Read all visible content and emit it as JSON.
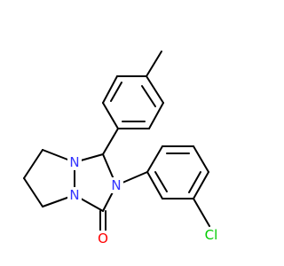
{
  "molecule": {
    "atoms": {
      "n1": {
        "symbol": "N",
        "color": "#3333ff"
      },
      "n2": {
        "symbol": "N",
        "color": "#3333ff"
      },
      "n3": {
        "symbol": "N",
        "color": "#3333ff"
      },
      "o1": {
        "symbol": "O",
        "color": "#ff0000"
      },
      "cl": {
        "symbol": "Cl",
        "color": "#00cc00"
      }
    },
    "bond_color": "#000000"
  }
}
